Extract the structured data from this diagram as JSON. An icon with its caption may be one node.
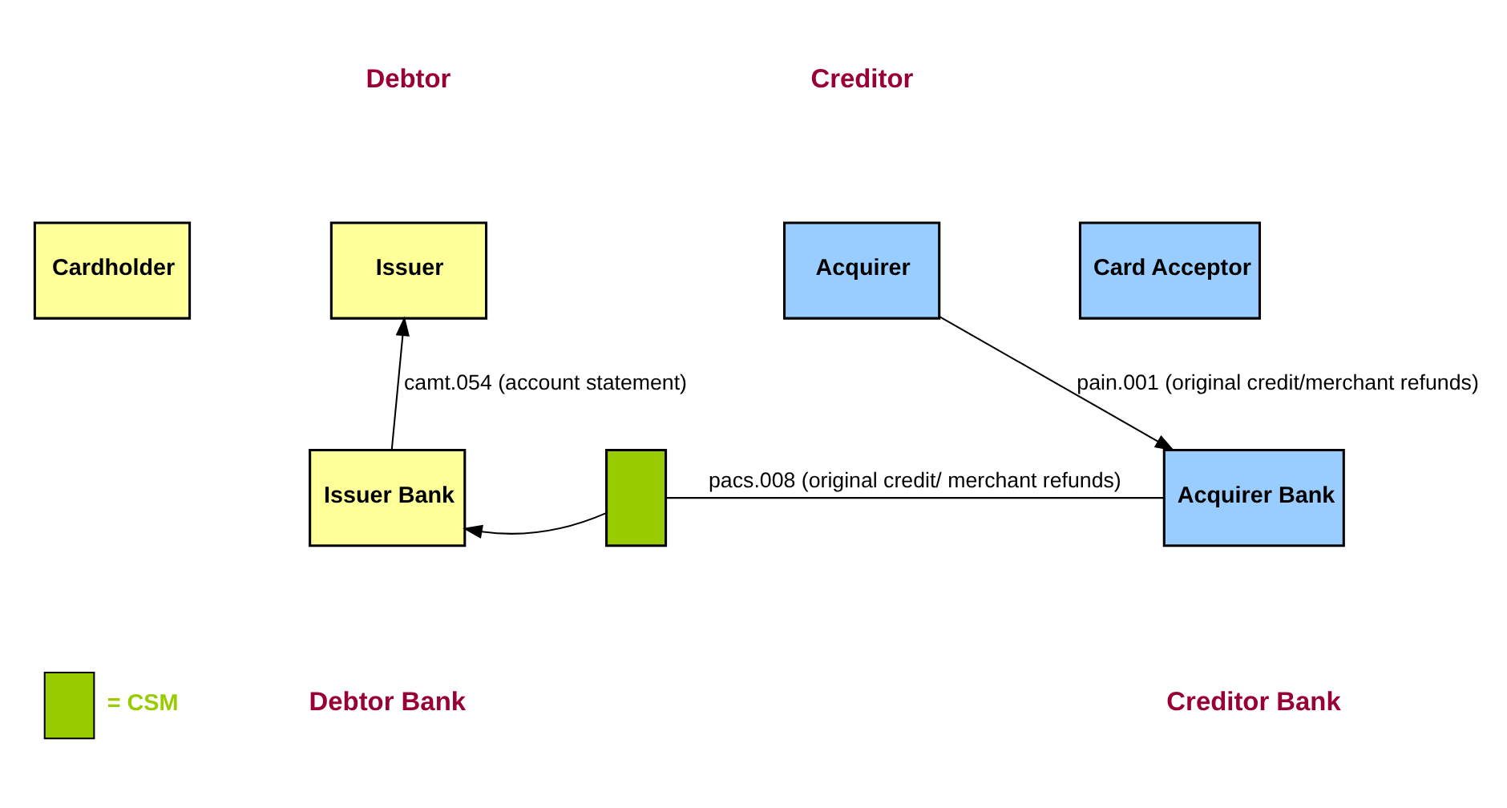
{
  "diagram": {
    "nodes": [
      {
        "text": [
          "Cardholder"
        ]
      },
      {
        "text": [
          "Issuer"
        ]
      },
      {
        "text": [
          "Acquirer"
        ]
      },
      {
        "text": [
          "Card Acceptor"
        ]
      },
      {
        "text": [
          "Issuer Bank"
        ]
      },
      {
        "text": [],
        "shape": "box"
      },
      {
        "text": [
          "Acquirer Bank"
        ]
      }
    ],
    "edges": [
      {
        "from": 4,
        "to": 1,
        "arrow": "to",
        "label": "camt.054 (account statement)"
      },
      {
        "from": 2,
        "to": 6,
        "arrow": "to",
        "label": "pain.001 (original credit/merchant refunds)"
      },
      {
        "from": 6,
        "to": 5,
        "arrow": "none",
        "label": "pacs.008 (original credit/ merchant refunds)"
      },
      {
        "from": 5,
        "to": 4,
        "arrow": "to"
      }
    ],
    "labels": [
      "Debtor",
      "Creditor",
      "Debtor Bank",
      "Creditor Bank"
    ],
    "legend": [
      {
        "text": "= CSM",
        "color": "#99cc00"
      }
    ]
  }
}
